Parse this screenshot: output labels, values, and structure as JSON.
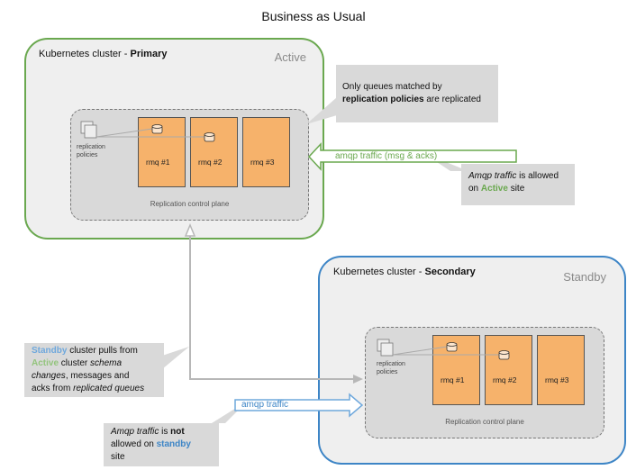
{
  "title": "Business as Usual",
  "primary": {
    "title_prefix": "Kubernetes cluster - ",
    "title_bold": "Primary",
    "state": "Active",
    "border_color": "#6aa84f",
    "plane_label": "Replication control plane",
    "policies_label_1": "replication",
    "policies_label_2": "policies",
    "nodes": [
      "rmq #1",
      "rmq #2",
      "rmq #3"
    ]
  },
  "secondary": {
    "title_prefix": "Kubernetes cluster - ",
    "title_bold": "Secondary",
    "state": "Standby",
    "border_color": "#3d85c6",
    "plane_label": "Replication control plane",
    "policies_label_1": "replication",
    "policies_label_2": "policies",
    "nodes": [
      "rmq #1",
      "rmq #2",
      "rmq #3"
    ]
  },
  "arrows": {
    "active_traffic": "amqp traffic (msg & acks)",
    "standby_traffic": "amqp traffic"
  },
  "callouts": {
    "replication": {
      "line1": "Only queues matched by",
      "bold": "replication policies",
      "rest": " are replicated"
    },
    "active_site": {
      "italic": "Amqp traffic",
      "text1": " is allowed",
      "text2": "on ",
      "green": "Active",
      "text3": " site"
    },
    "standby_pull": {
      "blue": "Standby",
      "t1": " cluster pulls from",
      "green": "Active",
      "t2": " cluster ",
      "i1": "schema",
      "i2": "changes",
      "t3": ", messages and",
      "t4": "acks from ",
      "i3": "replicated queues"
    },
    "standby_site": {
      "italic": "Amqp traffic",
      "t1": " is ",
      "bold": "not",
      "t2": "allowed on ",
      "blue": "standby",
      "t3": "site"
    }
  },
  "colors": {
    "active": "#6aa84f",
    "standby": "#3d85c6",
    "node_fill": "#f6b26b",
    "callout_bg": "#d9d9d9"
  }
}
